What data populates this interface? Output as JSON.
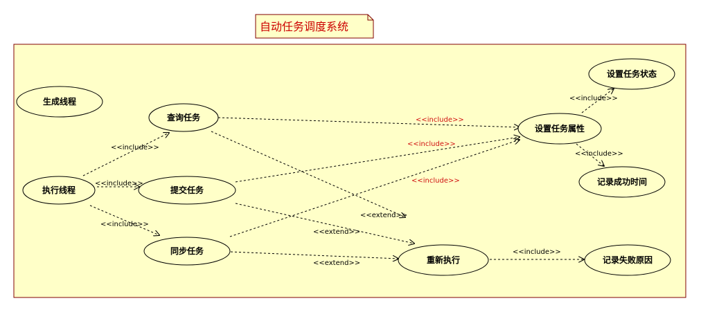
{
  "title": "自动任务调度系统",
  "colors": {
    "background": "#ffffff",
    "system_fill": "#ffffc8",
    "system_border": "#800000",
    "usecase_fill": "#ffffc8",
    "usecase_border": "#000000",
    "edge": "#000000",
    "red_label": "#d01010",
    "title_text": "#cc0000"
  },
  "use_cases": [
    {
      "id": "gen",
      "label": "生成线程"
    },
    {
      "id": "exec",
      "label": "执行线程"
    },
    {
      "id": "query",
      "label": "查询任务"
    },
    {
      "id": "submit",
      "label": "提交任务"
    },
    {
      "id": "sync",
      "label": "同步任务"
    },
    {
      "id": "setattr",
      "label": "设置任务属性"
    },
    {
      "id": "setstatus",
      "label": "设置任务状态"
    },
    {
      "id": "successtime",
      "label": "记录成功时间"
    },
    {
      "id": "reexec",
      "label": "重新执行"
    },
    {
      "id": "failreason",
      "label": "记录失败原因"
    }
  ],
  "relations": [
    {
      "from": "exec",
      "to": "query",
      "label": "<<include>>",
      "red": false
    },
    {
      "from": "exec",
      "to": "submit",
      "label": "<<include>>",
      "red": false
    },
    {
      "from": "exec",
      "to": "sync",
      "label": "<<include>>",
      "red": false
    },
    {
      "from": "query",
      "to": "setattr",
      "label": "<<include>>",
      "red": true
    },
    {
      "from": "submit",
      "to": "setattr",
      "label": "<<include>>",
      "red": true
    },
    {
      "from": "sync",
      "to": "setattr",
      "label": "<<include>>",
      "red": true
    },
    {
      "from": "setattr",
      "to": "setstatus",
      "label": "<<include>>",
      "red": false
    },
    {
      "from": "setattr",
      "to": "successtime",
      "label": "<<include>>",
      "red": false
    },
    {
      "from": "query",
      "to": "reexec",
      "label": "<<extend>>",
      "red": false
    },
    {
      "from": "submit",
      "to": "reexec",
      "label": "<<extend>>",
      "red": false
    },
    {
      "from": "sync",
      "to": "reexec",
      "label": "<<extend>>",
      "red": false
    },
    {
      "from": "reexec",
      "to": "failreason",
      "label": "<<include>>",
      "red": false
    }
  ]
}
